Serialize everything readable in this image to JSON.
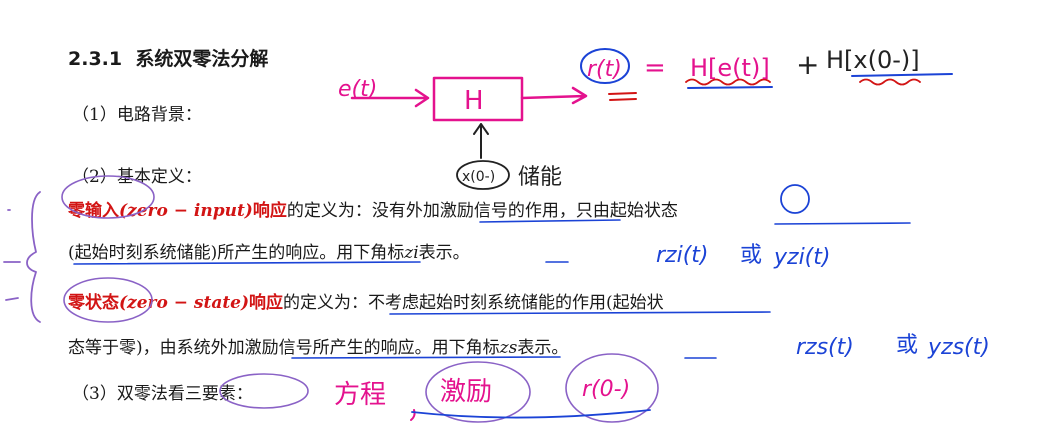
{
  "section": {
    "number": "2.3.1",
    "title": "系统双零法分解"
  },
  "items": {
    "background": "（1）电路背景：",
    "definitions": "（2）基本定义：",
    "three_elements_prefix": "（3）双零法看",
    "three_elements_circled": "三要素",
    "three_elements_suffix": "："
  },
  "zero_input": {
    "term": "零输入",
    "paren_en": "(zero − input)",
    "term_end": "响应",
    "line1_rest": "的定义为：没有外加激励信号的作用，只由起始状态",
    "line2_a": "(起始时刻系统储能)所产生的响应。用下角标",
    "subscript": "zi",
    "line2_b": "表示。"
  },
  "zero_state": {
    "term": "零状态",
    "paren_en": "(zero − state)",
    "term_end": "响应",
    "line1_rest": "的定义为：不考虑起始时刻系统储能的作用(起始状",
    "line2_a": "态等于零)，由系统外加激励信号所产生的响应。用下角标",
    "subscript": "zs",
    "line2_b": "表示。"
  },
  "handwriting": {
    "input_signal": "e(t)",
    "block_label": "H",
    "output_signal": "r(t)",
    "equals": "=",
    "term1": "H[e(t)]",
    "plus": "+",
    "term2": "H[x(0-)]",
    "state_label": "x(0-)",
    "storage_note": "储能",
    "zi_notation_a": "rzi(t)",
    "zi_or": "或",
    "zi_notation_b": "yzi(t)",
    "zs_notation_a": "rzs(t)",
    "zs_or": "或",
    "zs_notation_b": "yzs(t)",
    "element_1": "方程",
    "element_2": "激励",
    "element_3": "r(0-)"
  },
  "colors": {
    "pen_magenta": "#e4128e",
    "pen_blue": "#1b43d6",
    "print_red": "#d21414"
  }
}
